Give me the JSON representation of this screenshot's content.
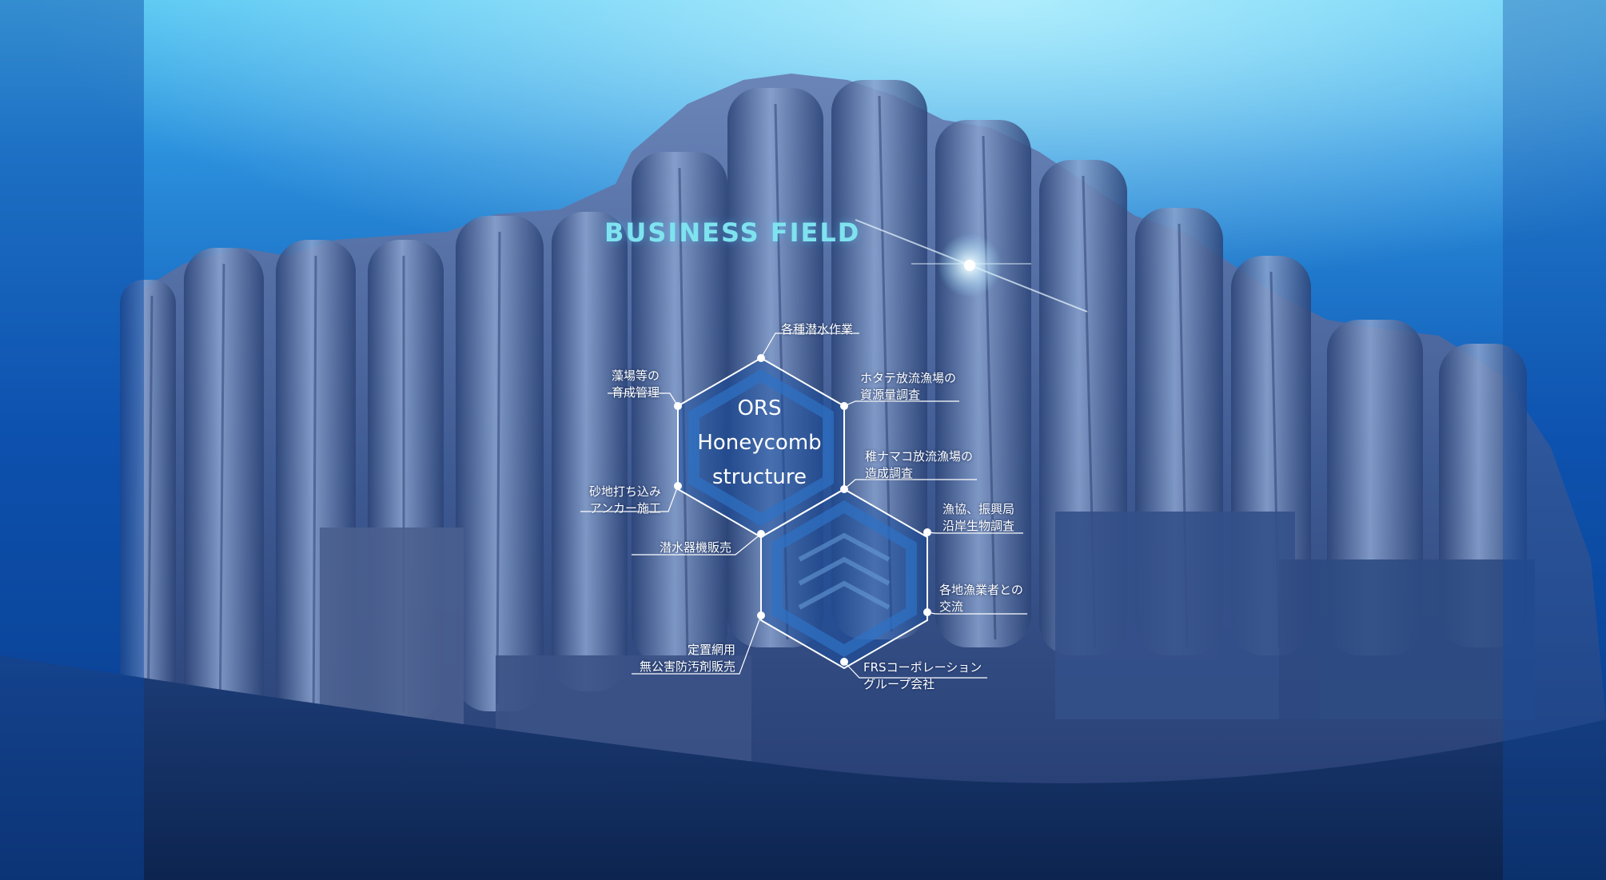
{
  "section": {
    "title": "BUSINESS FIELD"
  },
  "honeycomb": {
    "line1": "ORS",
    "line2": "Honeycomb",
    "line3": "structure"
  },
  "labels": {
    "diving": {
      "line1": "各種潜水作業"
    },
    "seaweed": {
      "line1": "藻場等の",
      "line2": "育成管理"
    },
    "scallop": {
      "line1": "ホタテ放流漁場の",
      "line2": "資源量調査"
    },
    "sea_cucumber": {
      "line1": "稚ナマコ放流漁場の",
      "line2": "造成調査"
    },
    "anchor": {
      "line1": "砂地打ち込み",
      "line2": "アンカー施工"
    },
    "fishery_survey": {
      "line1": "漁協、振興局",
      "line2": "沿岸生物調査"
    },
    "equipment": {
      "line1": "潜水器機販売"
    },
    "exchange": {
      "line1": "各地漁業者との",
      "line2": "交流"
    },
    "antifouling": {
      "line1": "定置網用",
      "line2": "無公害防汚剤販売"
    },
    "frs": {
      "line1": "FRSコーポレーション",
      "line2": "グループ会社"
    }
  },
  "colors": {
    "title": "#7fe3ef",
    "water_top": "#3fb0ee",
    "water_deep": "#0b3f8e",
    "rock": "#4f6aa0",
    "hex_fill": "#1b4f9c",
    "line": "#ffffff"
  }
}
